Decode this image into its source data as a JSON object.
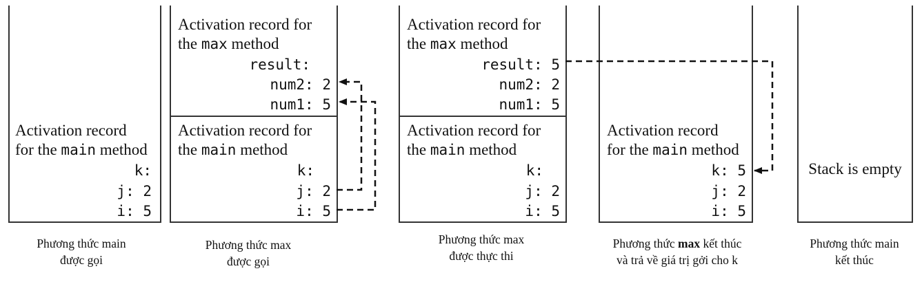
{
  "labels": {
    "activation_record_for": "Activation record for",
    "activation_record": "Activation record",
    "for_the": "for the",
    "the": "the",
    "method": "method",
    "max": "max",
    "main": "main"
  },
  "vars": {
    "result": "result:",
    "result_5": "result: 5",
    "num2": "num2: 2",
    "num1": "num1: 5",
    "k": "k:",
    "k_5": "k: 5",
    "j": "j: 2",
    "i": "i: 5"
  },
  "empty_stack": "Stack is empty",
  "captions": [
    {
      "line1": "Phương thức main",
      "line2": "được gọi"
    },
    {
      "line1": "Phương thức max",
      "line2": "được gọi"
    },
    {
      "line1": "Phương thức max",
      "line2": "được thực thi"
    },
    {
      "line1_pre": "Phương thức ",
      "line1_bold": "max",
      "line1_post": " kết thúc",
      "line2": "và trả về giá trị gởi cho k"
    },
    {
      "line1": "Phương thức main",
      "line2": "kết thúc"
    }
  ]
}
